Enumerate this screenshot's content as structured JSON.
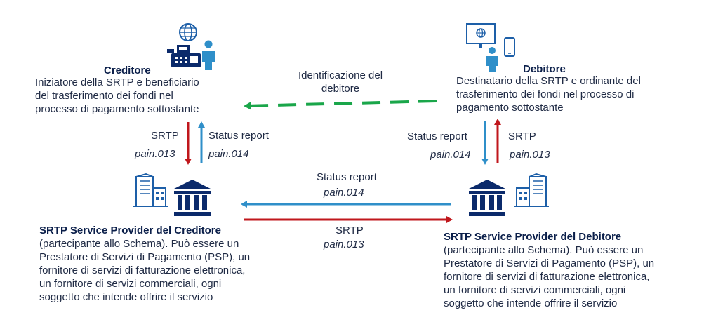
{
  "creditore": {
    "title": "Creditore",
    "description": [
      "Iniziatore della SRTP e beneficiario",
      "del trasferimento dei fondi nel",
      "processo di pagamento sottostante"
    ]
  },
  "debitore": {
    "title": "Debitore",
    "description": [
      "Destinatario della SRTP e ordinante del",
      "trasferimento dei fondi nel processo di",
      "pagamento sottostante"
    ]
  },
  "identificazione": {
    "line1": "Identificazione del",
    "line2": "debitore"
  },
  "left_arrows": {
    "srtp": "SRTP",
    "srtp_msg": "pain.013",
    "status": "Status report",
    "status_msg": "pain.014"
  },
  "right_arrows": {
    "srtp": "SRTP",
    "srtp_msg": "pain.013",
    "status": "Status report",
    "status_msg": "pain.014"
  },
  "middle_arrows": {
    "status": "Status report",
    "status_msg": "pain.014",
    "srtp": "SRTP",
    "srtp_msg": "pain.013"
  },
  "psp_creditore": {
    "title": "SRTP Service Provider del Creditore",
    "description": [
      "(partecipante allo Schema). Può essere un",
      "Prestatore di Servizi di Pagamento (PSP), un",
      "fornitore di servizi di fatturazione elettronica,",
      "un fornitore di servizi commerciali, ogni",
      "soggetto che intende offrire il servizio"
    ]
  },
  "psp_debitore": {
    "title": "SRTP Service Provider del Debitore",
    "description": [
      "(partecipante allo Schema). Può essere un",
      "Prestatore di Servizi di Pagamento (PSP), un",
      "fornitore di servizi di fatturazione elettronica,",
      "un fornitore di servizi commerciali, ogni",
      "soggetto che intende offrire il servizio"
    ]
  },
  "colors": {
    "red": "#c0171c",
    "blue": "#2f8fc9",
    "green": "#1aa64a",
    "navy": "#0b2a6b"
  }
}
